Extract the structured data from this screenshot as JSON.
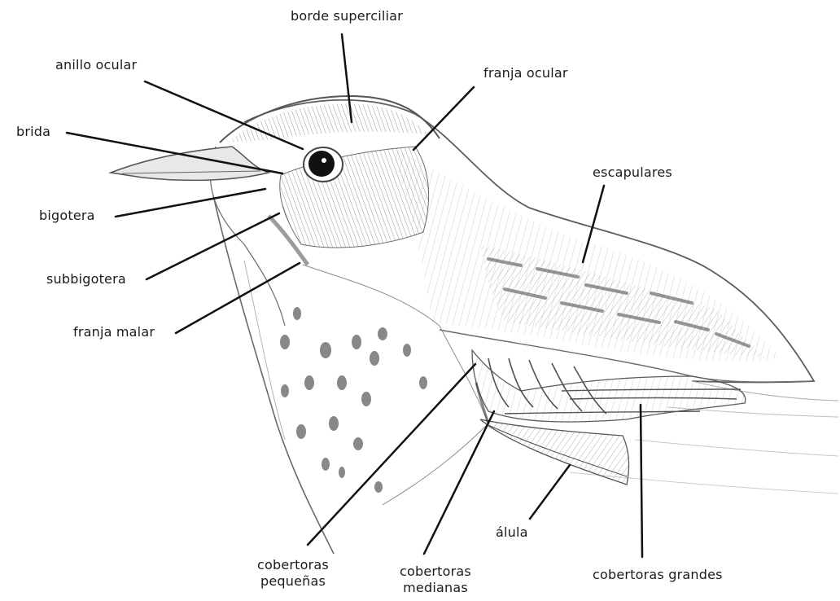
{
  "labels": {
    "borde_superciliar": "borde superciliar",
    "anillo_ocular": "anillo ocular",
    "franja_ocular": "franja ocular",
    "brida": "brida",
    "escapulares": "escapulares",
    "bigotera": "bigotera",
    "subbigotera": "subbigotera",
    "franja_malar": "franja malar",
    "cobertoras_pequenas": [
      "cobertoras",
      "pequeñas"
    ],
    "cobertoras_medianas": [
      "cobertoras",
      "medianas"
    ],
    "alula": "álula",
    "cobertoras_grandes": "cobertoras grandes"
  },
  "colors": {
    "ink": "#1b1b1b",
    "pencil": "#6e6e6e",
    "pencil_light": "#a9a9a9",
    "eye": "#111111"
  }
}
